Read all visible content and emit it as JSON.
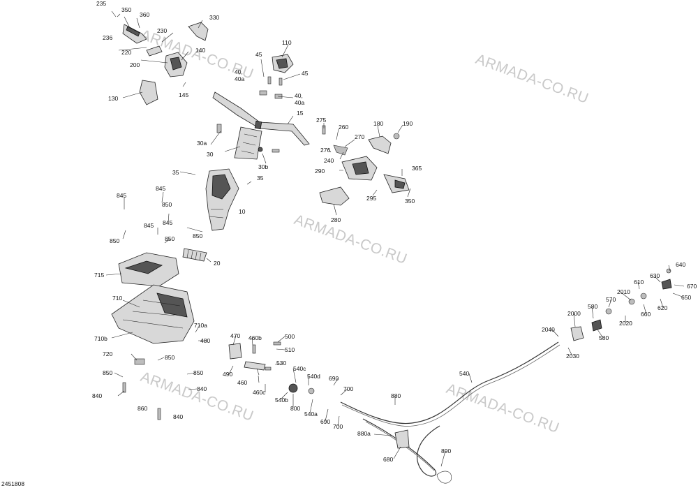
{
  "drawing_number": "2451808",
  "watermark": "ARMADA-CO.RU",
  "labels": {
    "l235": "235",
    "l350a": "350",
    "l360": "360",
    "l236": "236",
    "l230": "230",
    "l330": "330",
    "l220": "220",
    "l140": "140",
    "l200": "200",
    "l130": "130",
    "l145": "145",
    "l110": "110",
    "l45a": "45",
    "l45b": "45",
    "l40a": "40,\n40a",
    "l40b": "40,\n40a",
    "l15": "15",
    "l275": "275",
    "l260": "260",
    "l270": "270",
    "l180": "180",
    "l190": "190",
    "l276": "276",
    "l240": "240",
    "l30a": "30a",
    "l30": "30",
    "l30b": "30b",
    "l365": "365",
    "l290": "290",
    "l35a": "35",
    "l35b": "35",
    "l295": "295",
    "l350b": "350",
    "l280": "280",
    "l845a": "845",
    "l845b": "845",
    "l845c": "845",
    "l845d": "845",
    "l850a": "850",
    "l850b": "850",
    "l850c": "850",
    "l850d": "850",
    "l10": "10",
    "l20": "20",
    "l715": "715",
    "l710": "710",
    "l710a": "710a",
    "l710b": "710b",
    "l480": "480",
    "l470": "470",
    "l460b": "460b",
    "l500": "500",
    "l510": "510",
    "l720": "720",
    "l850e": "850",
    "l850f": "850",
    "l850g": "850",
    "l490": "490",
    "l530": "530",
    "l540c": "540c",
    "l540d": "540d",
    "l460": "460",
    "l460c": "460c",
    "l690a": "690",
    "l700a": "700",
    "l840a": "840",
    "l840b": "840",
    "l840c": "840",
    "l860": "860",
    "l540b": "540b",
    "l800": "800",
    "l540a": "540a",
    "l690b": "690",
    "l700b": "700",
    "l880": "880",
    "l880a": "880a",
    "l680": "680",
    "l890": "890",
    "l540": "540",
    "l2040": "2040",
    "l2000": "2000",
    "l2030": "2030",
    "l580a": "580",
    "l580b": "580",
    "l570": "570",
    "l2010": "2010",
    "l2020": "2020",
    "l610": "610",
    "l630": "630",
    "l640": "640",
    "l670": "670",
    "l650": "650",
    "l620": "620",
    "l660": "660"
  }
}
